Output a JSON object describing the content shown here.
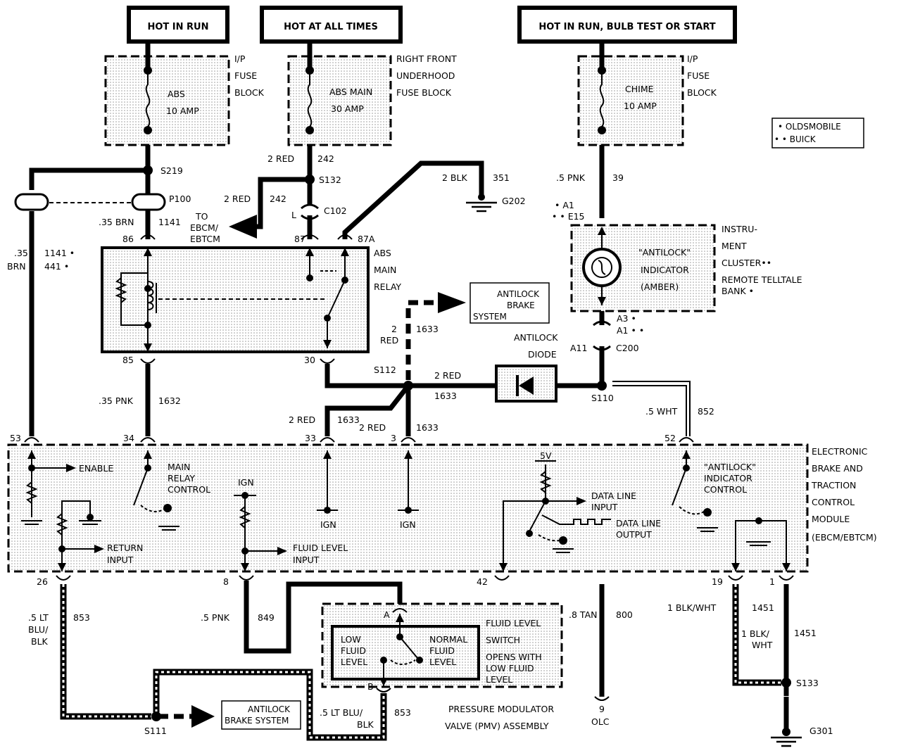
{
  "power": {
    "hot_in_run": "HOT IN RUN",
    "hot_at_all_times": "HOT AT ALL TIMES",
    "hot_in_run_bulb": "HOT IN RUN, BULB TEST OR START"
  },
  "fuses": {
    "ip_block": [
      "I/P",
      "FUSE",
      "BLOCK"
    ],
    "underhood_block": [
      "RIGHT FRONT",
      "UNDERHOOD",
      "FUSE BLOCK"
    ],
    "ip_block2": [
      "I/P",
      "FUSE",
      "BLOCK"
    ],
    "abs_fuse": [
      "ABS",
      "10 AMP"
    ],
    "abs_main_fuse": [
      "ABS MAIN",
      "30 AMP"
    ],
    "chime_fuse": [
      "CHIME",
      "10 AMP"
    ]
  },
  "legend": {
    "oldsmobile": "• OLDSMOBILE",
    "buick": "• • BUICK"
  },
  "splices": {
    "s219": "S219",
    "s132": "S132",
    "s112": "S112",
    "s110": "S110",
    "s111": "S111",
    "s133": "S133",
    "p100": "P100",
    "c102": "C102",
    "c200": "C200",
    "g202": "G202",
    "g301": "G301"
  },
  "wires": {
    "w2red_242a": "2 RED",
    "w242a": "242",
    "w2red_242b": "2 RED",
    "w242b": "242",
    "w2blk": "2 BLK",
    "w351": "351",
    "w5pnk": ".5 PNK",
    "w39": "39",
    "w35brn": ".35 BRN",
    "w1141": "1141",
    "w35brn_l": ".35",
    "wbrn_l": "BRN",
    "w1141_l": "1141 •",
    "w441_l": "441 •",
    "w35pnk": ".35 PNK",
    "w1632": "1632",
    "w2_l": "2",
    "wred_l": "RED",
    "w1633_v": "1633",
    "w2red_h": "2 RED",
    "w1633_h": "1633",
    "w2red_33": "2 RED",
    "w1633_33": "1633",
    "w2red_3": "2 RED",
    "w1633_3": "1633",
    "w5wht": ".5 WHT",
    "w852": "852",
    "w5ltblu": ".5 LT",
    "wblu": "BLU/",
    "wblk": "BLK",
    "w853": "853",
    "w5pnk_849": ".5 PNK",
    "w849": "849",
    "w8tan": ".8 TAN",
    "w800": "800",
    "w1blkwht": "1 BLK/WHT",
    "w1451a": "1451",
    "w1blk_b": "1 BLK/",
    "wwht_b": "WHT",
    "w1451b": "1451",
    "w5ltblu_b": ".5 LT BLU/",
    "wblk_b": "BLK",
    "w853_b": "853"
  },
  "pins": {
    "p86": "86",
    "p87": "87",
    "p87a": "87A",
    "p85": "85",
    "p30": "30",
    "p53": "53",
    "p34": "34",
    "p33": "33",
    "p3": "3",
    "p52": "52",
    "p26": "26",
    "p8": "8",
    "p42": "42",
    "p19": "19",
    "p1": "1",
    "pA": "A",
    "pB": "B",
    "pL": "L",
    "p9": "9",
    "olc": "OLC",
    "a1": "• A1",
    "e15": "• • E15",
    "a3": "A3 •",
    "a1b": "A1 • •",
    "a11": "A11"
  },
  "components": {
    "to_ebcm": [
      "TO",
      "EBCM/",
      "EBTCM"
    ],
    "abs_relay": [
      "ABS",
      "MAIN",
      "RELAY"
    ],
    "antilock_brake_system": [
      "ANTILOCK",
      "BRAKE",
      "SYSTEM"
    ],
    "antilock_diode": [
      "ANTILOCK",
      "DIODE"
    ],
    "indicator": [
      "\"ANTILOCK\"",
      "INDICATOR",
      "(AMBER)"
    ],
    "cluster": [
      "INSTRU-",
      "MENT",
      "CLUSTER••",
      "REMOTE TELLTALE",
      "BANK •"
    ],
    "module": [
      "ELECTRONIC",
      "BRAKE AND",
      "TRACTION",
      "CONTROL",
      "MODULE",
      "(EBCM/EBTCM)"
    ],
    "enable": "ENABLE",
    "main_relay_control": [
      "MAIN",
      "RELAY",
      "CONTROL"
    ],
    "ign": "IGN",
    "return_input": [
      "RETURN",
      "INPUT"
    ],
    "fluid_level_input": [
      "FLUID LEVEL",
      "INPUT"
    ],
    "v5": "5V",
    "data_line_input": [
      "DATA LINE",
      "INPUT"
    ],
    "data_line_output": [
      "DATA LINE",
      "OUTPUT"
    ],
    "antilock_indicator_control": [
      "\"ANTILOCK\"",
      "INDICATOR",
      "CONTROL"
    ],
    "low_fluid_level": [
      "LOW",
      "FLUID",
      "LEVEL"
    ],
    "normal_fluid_level": [
      "NORMAL",
      "FLUID",
      "LEVEL"
    ],
    "fluid_level_switch": [
      "FLUID LEVEL",
      "SWITCH",
      "OPENS WITH",
      "LOW FLUID",
      "LEVEL"
    ],
    "pmv": [
      "PRESSURE MODULATOR",
      "VALVE (PMV) ASSEMBLY"
    ],
    "antilock_brake_system2": [
      "ANTILOCK",
      "BRAKE SYSTEM"
    ]
  }
}
